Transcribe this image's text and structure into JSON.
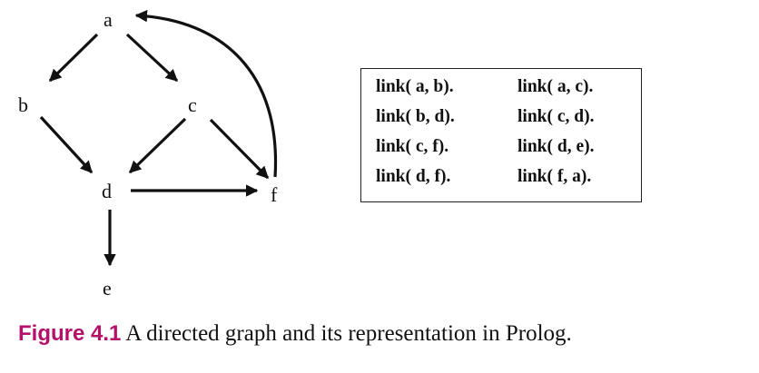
{
  "graph": {
    "nodes": [
      {
        "id": "a",
        "label": "a"
      },
      {
        "id": "b",
        "label": "b"
      },
      {
        "id": "c",
        "label": "c"
      },
      {
        "id": "d",
        "label": "d"
      },
      {
        "id": "e",
        "label": "e"
      },
      {
        "id": "f",
        "label": "f"
      }
    ],
    "edges": [
      {
        "from": "a",
        "to": "b"
      },
      {
        "from": "a",
        "to": "c"
      },
      {
        "from": "b",
        "to": "d"
      },
      {
        "from": "c",
        "to": "d"
      },
      {
        "from": "c",
        "to": "f"
      },
      {
        "from": "d",
        "to": "e"
      },
      {
        "from": "d",
        "to": "f"
      },
      {
        "from": "f",
        "to": "a"
      }
    ]
  },
  "facts": [
    "link( a, b).",
    "link( a, c).",
    "link( b, d).",
    "link( c, d).",
    "link( c, f).",
    "link( d, e).",
    "link( d, f).",
    "link( f, a)."
  ],
  "caption": {
    "figure_number": "Figure 4.1",
    "text": "A directed graph and its representation in Prolog."
  },
  "colors": {
    "figure_number": "#b5106a",
    "ink": "#111111"
  }
}
